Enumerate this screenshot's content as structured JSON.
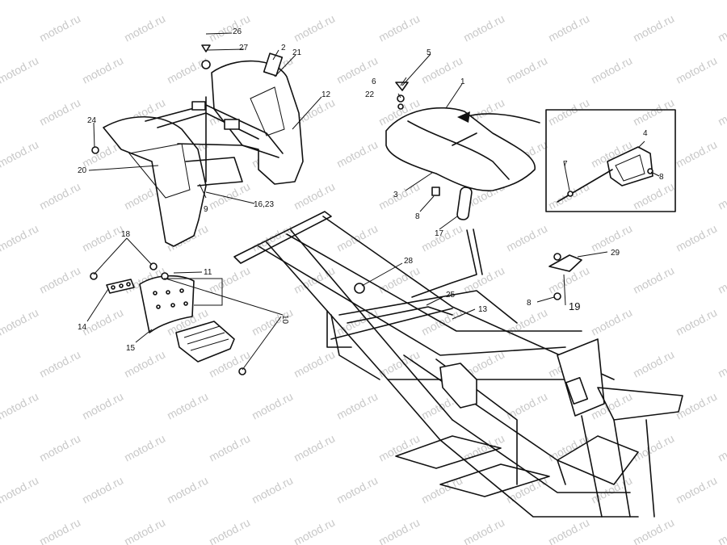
{
  "watermark": "motod.ru",
  "callouts": {
    "c1": "1",
    "c2": "2",
    "c3": "3",
    "c4": "4",
    "c5": "5",
    "c6": "6",
    "c7": "7",
    "c8a": "8",
    "c8b": "8",
    "c8c": "8",
    "c9": "9",
    "c10": "10",
    "c11": "11",
    "c12": "12",
    "c13": "13",
    "c14": "14",
    "c15": "15",
    "c1623": "16,23",
    "c17": "17",
    "c18": "18",
    "c19": "19",
    "c20": "20",
    "c21": "21",
    "c22": "22",
    "c24": "24",
    "c25": "25",
    "c26": "26",
    "c27": "27",
    "c28": "28",
    "c29": "29"
  }
}
